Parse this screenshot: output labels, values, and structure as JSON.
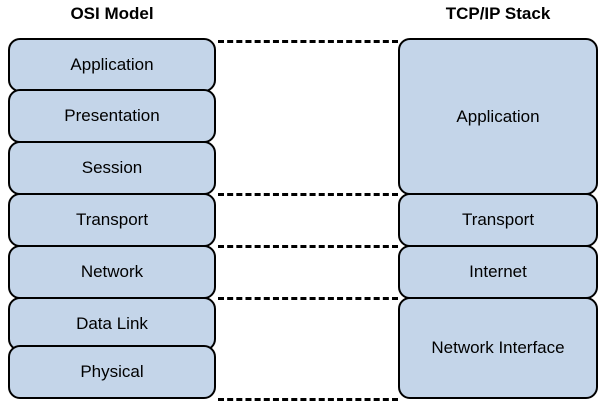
{
  "diagram": {
    "title_left": "OSI Model",
    "title_right": "TCP/IP Stack",
    "colors": {
      "layer_fill": "#c4d5e9",
      "layer_border": "#000000",
      "background": "#ffffff",
      "text": "#000000",
      "dash_line": "#000000"
    }
  },
  "osi": {
    "title": "OSI Model",
    "layers": [
      {
        "label": "Application",
        "index": 7
      },
      {
        "label": "Presentation",
        "index": 6
      },
      {
        "label": "Session",
        "index": 5
      },
      {
        "label": "Transport",
        "index": 4
      },
      {
        "label": "Network",
        "index": 3
      },
      {
        "label": "Data Link",
        "index": 2
      },
      {
        "label": "Physical",
        "index": 1
      }
    ]
  },
  "tcpip": {
    "title": "TCP/IP Stack",
    "layers": [
      {
        "label": "Application",
        "spans": 3
      },
      {
        "label": "Transport",
        "spans": 1
      },
      {
        "label": "Internet",
        "spans": 1
      },
      {
        "label": "Network Interface",
        "spans": 2
      }
    ]
  },
  "mapping_lines": [
    {
      "name": "top-boundary"
    },
    {
      "name": "application-to-transport-boundary"
    },
    {
      "name": "transport-to-internet-boundary"
    },
    {
      "name": "internet-to-network-interface-boundary"
    },
    {
      "name": "bottom-boundary"
    }
  ]
}
